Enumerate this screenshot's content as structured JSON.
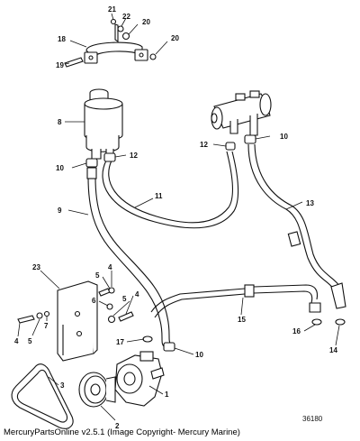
{
  "diagram": {
    "reference_number": "36180",
    "callouts": [
      {
        "id": "c21",
        "label": "21"
      },
      {
        "id": "c22",
        "label": "22"
      },
      {
        "id": "c20a",
        "label": "20"
      },
      {
        "id": "c18",
        "label": "18"
      },
      {
        "id": "c20b",
        "label": "20"
      },
      {
        "id": "c19",
        "label": "19"
      },
      {
        "id": "c8",
        "label": "8"
      },
      {
        "id": "c12a",
        "label": "12"
      },
      {
        "id": "c10a",
        "label": "10"
      },
      {
        "id": "c10b",
        "label": "10"
      },
      {
        "id": "c12b",
        "label": "12"
      },
      {
        "id": "c11",
        "label": "11"
      },
      {
        "id": "c13",
        "label": "13"
      },
      {
        "id": "c9",
        "label": "9"
      },
      {
        "id": "c23",
        "label": "23"
      },
      {
        "id": "c5a",
        "label": "5"
      },
      {
        "id": "c4a",
        "label": "4"
      },
      {
        "id": "c6",
        "label": "6"
      },
      {
        "id": "c5b",
        "label": "5"
      },
      {
        "id": "c4b",
        "label": "4"
      },
      {
        "id": "c15",
        "label": "15"
      },
      {
        "id": "c16",
        "label": "16"
      },
      {
        "id": "c14",
        "label": "14"
      },
      {
        "id": "c17",
        "label": "17"
      },
      {
        "id": "c10c",
        "label": "10"
      },
      {
        "id": "c4c",
        "label": "4"
      },
      {
        "id": "c5c",
        "label": "5"
      },
      {
        "id": "c7",
        "label": "7"
      },
      {
        "id": "c3",
        "label": "3"
      },
      {
        "id": "c1",
        "label": "1"
      },
      {
        "id": "c2",
        "label": "2"
      }
    ]
  },
  "footer": {
    "caption": "MercuryPartsOnline v2.5.1 (Image Copyright- Mercury Marine)"
  }
}
